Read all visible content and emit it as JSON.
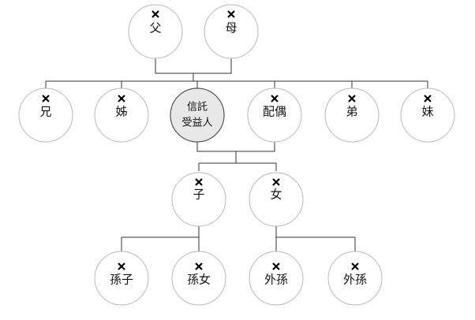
{
  "diagram": {
    "nodes": {
      "father": {
        "label": "父",
        "deceased": true
      },
      "mother": {
        "label": "母",
        "deceased": true
      },
      "elder_brother": {
        "label": "兄",
        "deceased": true
      },
      "elder_sister": {
        "label": "姊",
        "deceased": true
      },
      "beneficiary": {
        "label_line1": "信託",
        "label_line2": "受益人",
        "deceased": false
      },
      "spouse": {
        "label": "配偶",
        "deceased": true
      },
      "younger_brother": {
        "label": "弟",
        "deceased": true
      },
      "younger_sister": {
        "label": "妹",
        "deceased": true
      },
      "son": {
        "label": "子",
        "deceased": true
      },
      "daughter": {
        "label": "女",
        "deceased": true
      },
      "grandson": {
        "label": "孫子",
        "deceased": true
      },
      "granddaughter": {
        "label": "孫女",
        "deceased": true
      },
      "outer_grandchild_1": {
        "label": "外孫",
        "deceased": true
      },
      "outer_grandchild_2": {
        "label": "外孫",
        "deceased": true
      }
    }
  }
}
